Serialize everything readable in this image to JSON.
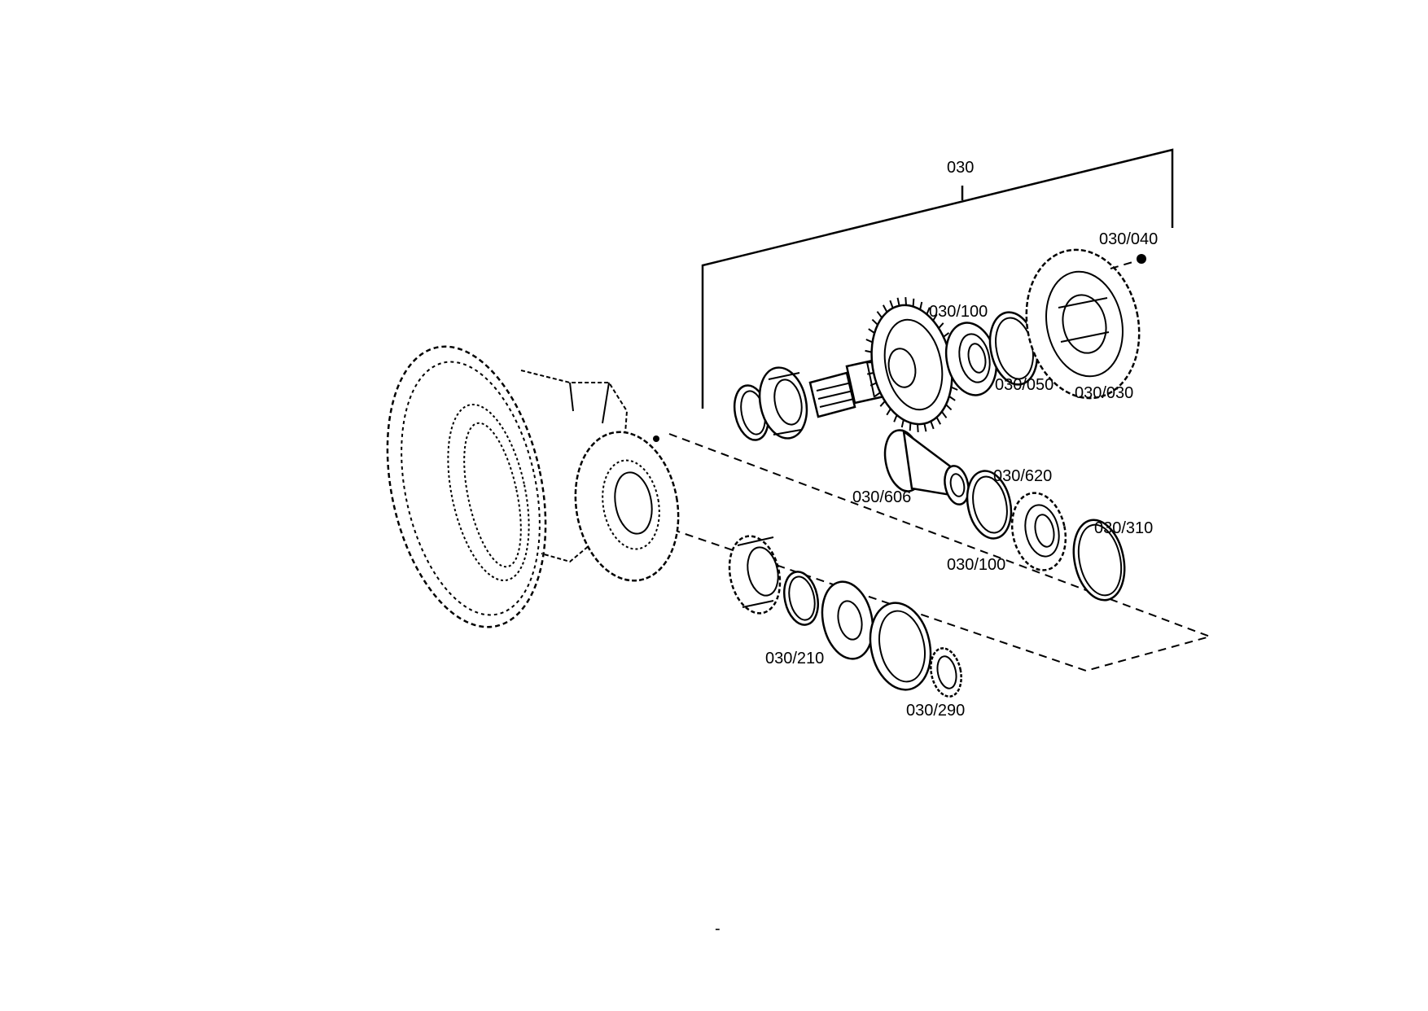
{
  "diagram": {
    "group_label": "030",
    "labels": {
      "p040": "030/040",
      "p100a": "030/100",
      "p050": "030/050",
      "p030": "030/030",
      "p620": "030/620",
      "p606": "030/606",
      "p310": "030/310",
      "p100b": "030/100",
      "p210": "030/210",
      "p290": "030/290"
    },
    "footer_mark": "-"
  }
}
